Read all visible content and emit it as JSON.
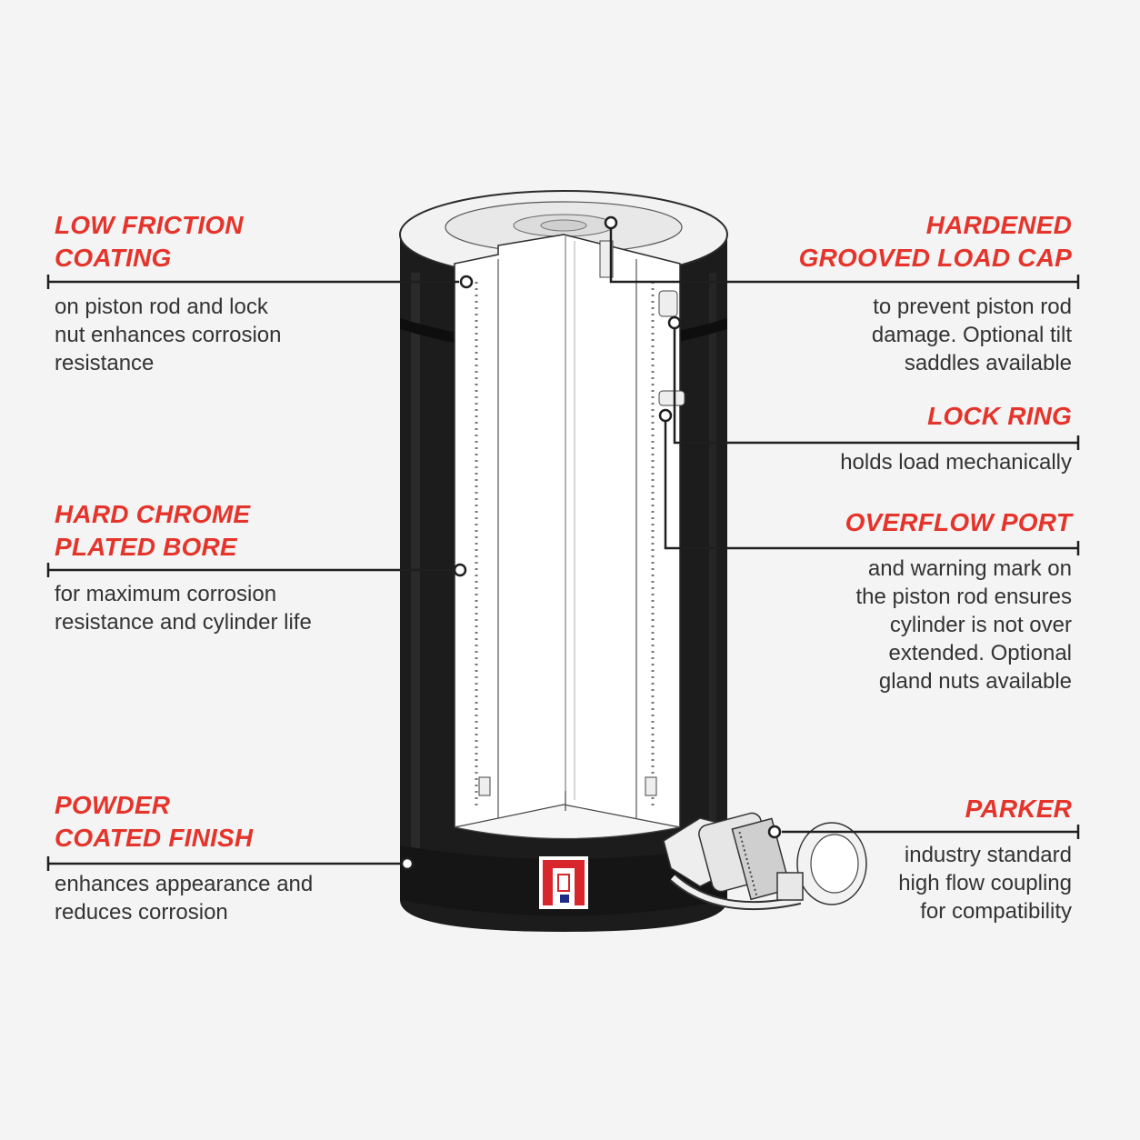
{
  "colors": {
    "background": "#f4f4f4",
    "accent": "#e4342b",
    "text": "#333333",
    "cylinder_body": "#1a1a1a",
    "leader_line": "#1f1f1f"
  },
  "callouts": {
    "low_friction": {
      "title": [
        "LOW FRICTION",
        "COATING"
      ],
      "desc": [
        "on piston rod and lock",
        "nut enhances corrosion",
        "resistance"
      ]
    },
    "hard_chrome": {
      "title": [
        "HARD CHROME",
        "PLATED BORE"
      ],
      "desc": [
        "for maximum corrosion",
        "resistance and cylinder life"
      ]
    },
    "powder_coated": {
      "title": [
        "POWDER",
        "COATED FINISH"
      ],
      "desc": [
        "enhances appearance and",
        "reduces corrosion"
      ]
    },
    "load_cap": {
      "title": [
        "HARDENED",
        "GROOVED LOAD CAP"
      ],
      "desc": [
        "to prevent piston rod",
        "damage. Optional tilt",
        "saddles available"
      ]
    },
    "lock_ring": {
      "title": [
        "LOCK RING"
      ],
      "desc": [
        "holds load mechanically"
      ]
    },
    "overflow_port": {
      "title": [
        "OVERFLOW PORT"
      ],
      "desc": [
        "and warning mark on",
        "the piston rod ensures",
        "cylinder is not over",
        "extended. Optional",
        "gland nuts available"
      ]
    },
    "parker": {
      "title": [
        "PARKER"
      ],
      "desc": [
        "industry standard",
        "high flow coupling",
        "for compatibility"
      ]
    }
  },
  "icons": {
    "logo": "brand-logo-icon",
    "coupler": "hydraulic-coupler-icon"
  }
}
